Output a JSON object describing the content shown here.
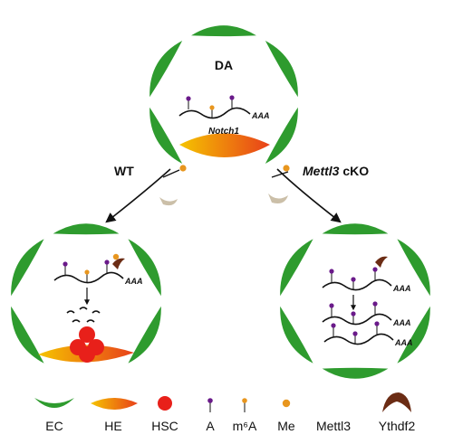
{
  "labels": {
    "top_vessel": "DA",
    "gene": "Notch1",
    "polyA": "AAA",
    "wt_arrow": "WT",
    "ko_gene": "Mettl3",
    "ko_suffix": " cKO"
  },
  "legend": [
    {
      "key": "ec",
      "label": "EC"
    },
    {
      "key": "he",
      "label": "HE"
    },
    {
      "key": "hsc",
      "label": "HSC"
    },
    {
      "key": "a",
      "label": "A"
    },
    {
      "key": "m6a",
      "label": "m⁶A"
    },
    {
      "key": "me",
      "label": "Me"
    },
    {
      "key": "mettl3",
      "label": "Mettl3"
    },
    {
      "key": "ythdf2",
      "label": "Ythdf2"
    }
  ],
  "colors": {
    "ec": "#2e9b2e",
    "he_start": "#f5c400",
    "he_end": "#e8401a",
    "hsc": "#e8201a",
    "a_pin": "#6a1a8a",
    "m6a_pin": "#e8961e",
    "me": "#e8961e",
    "mettl3": "#e0207a",
    "ythdf2": "#6b2c14",
    "ghost": "#cbbfa8"
  }
}
